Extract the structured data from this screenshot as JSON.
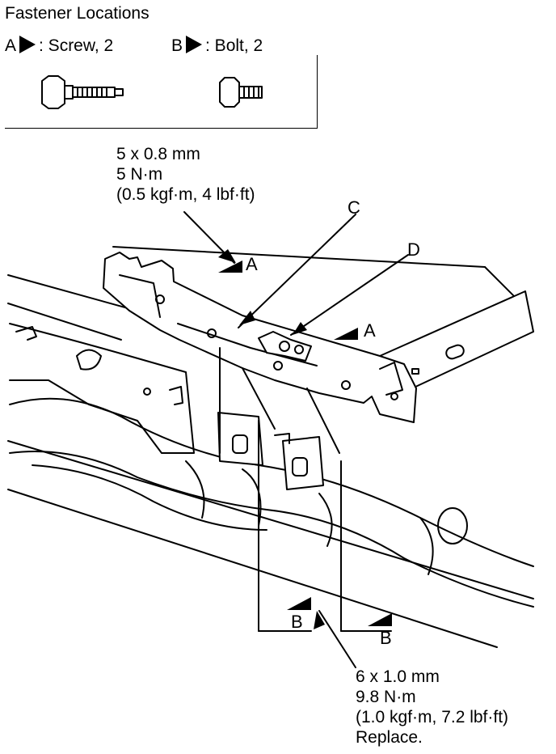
{
  "legend": {
    "title": "Fastener Locations",
    "a_key": "A",
    "a_text": ": Screw, 2",
    "b_key": "B",
    "b_text": ": Bolt, 2"
  },
  "spec_a": {
    "size": "5 x 0.8 mm",
    "torque": "5 N·m",
    "alt": "(0.5 kgf·m, 4 lbf·ft)"
  },
  "spec_b": {
    "size": "6 x 1.0 mm",
    "torque": "9.8 N·m",
    "alt": "(1.0 kgf·m, 7.2 lbf·ft)",
    "note": "Replace."
  },
  "callouts": {
    "a1": "A",
    "a2": "A",
    "b1": "B",
    "b2": "B",
    "c": "C",
    "d": "D"
  }
}
